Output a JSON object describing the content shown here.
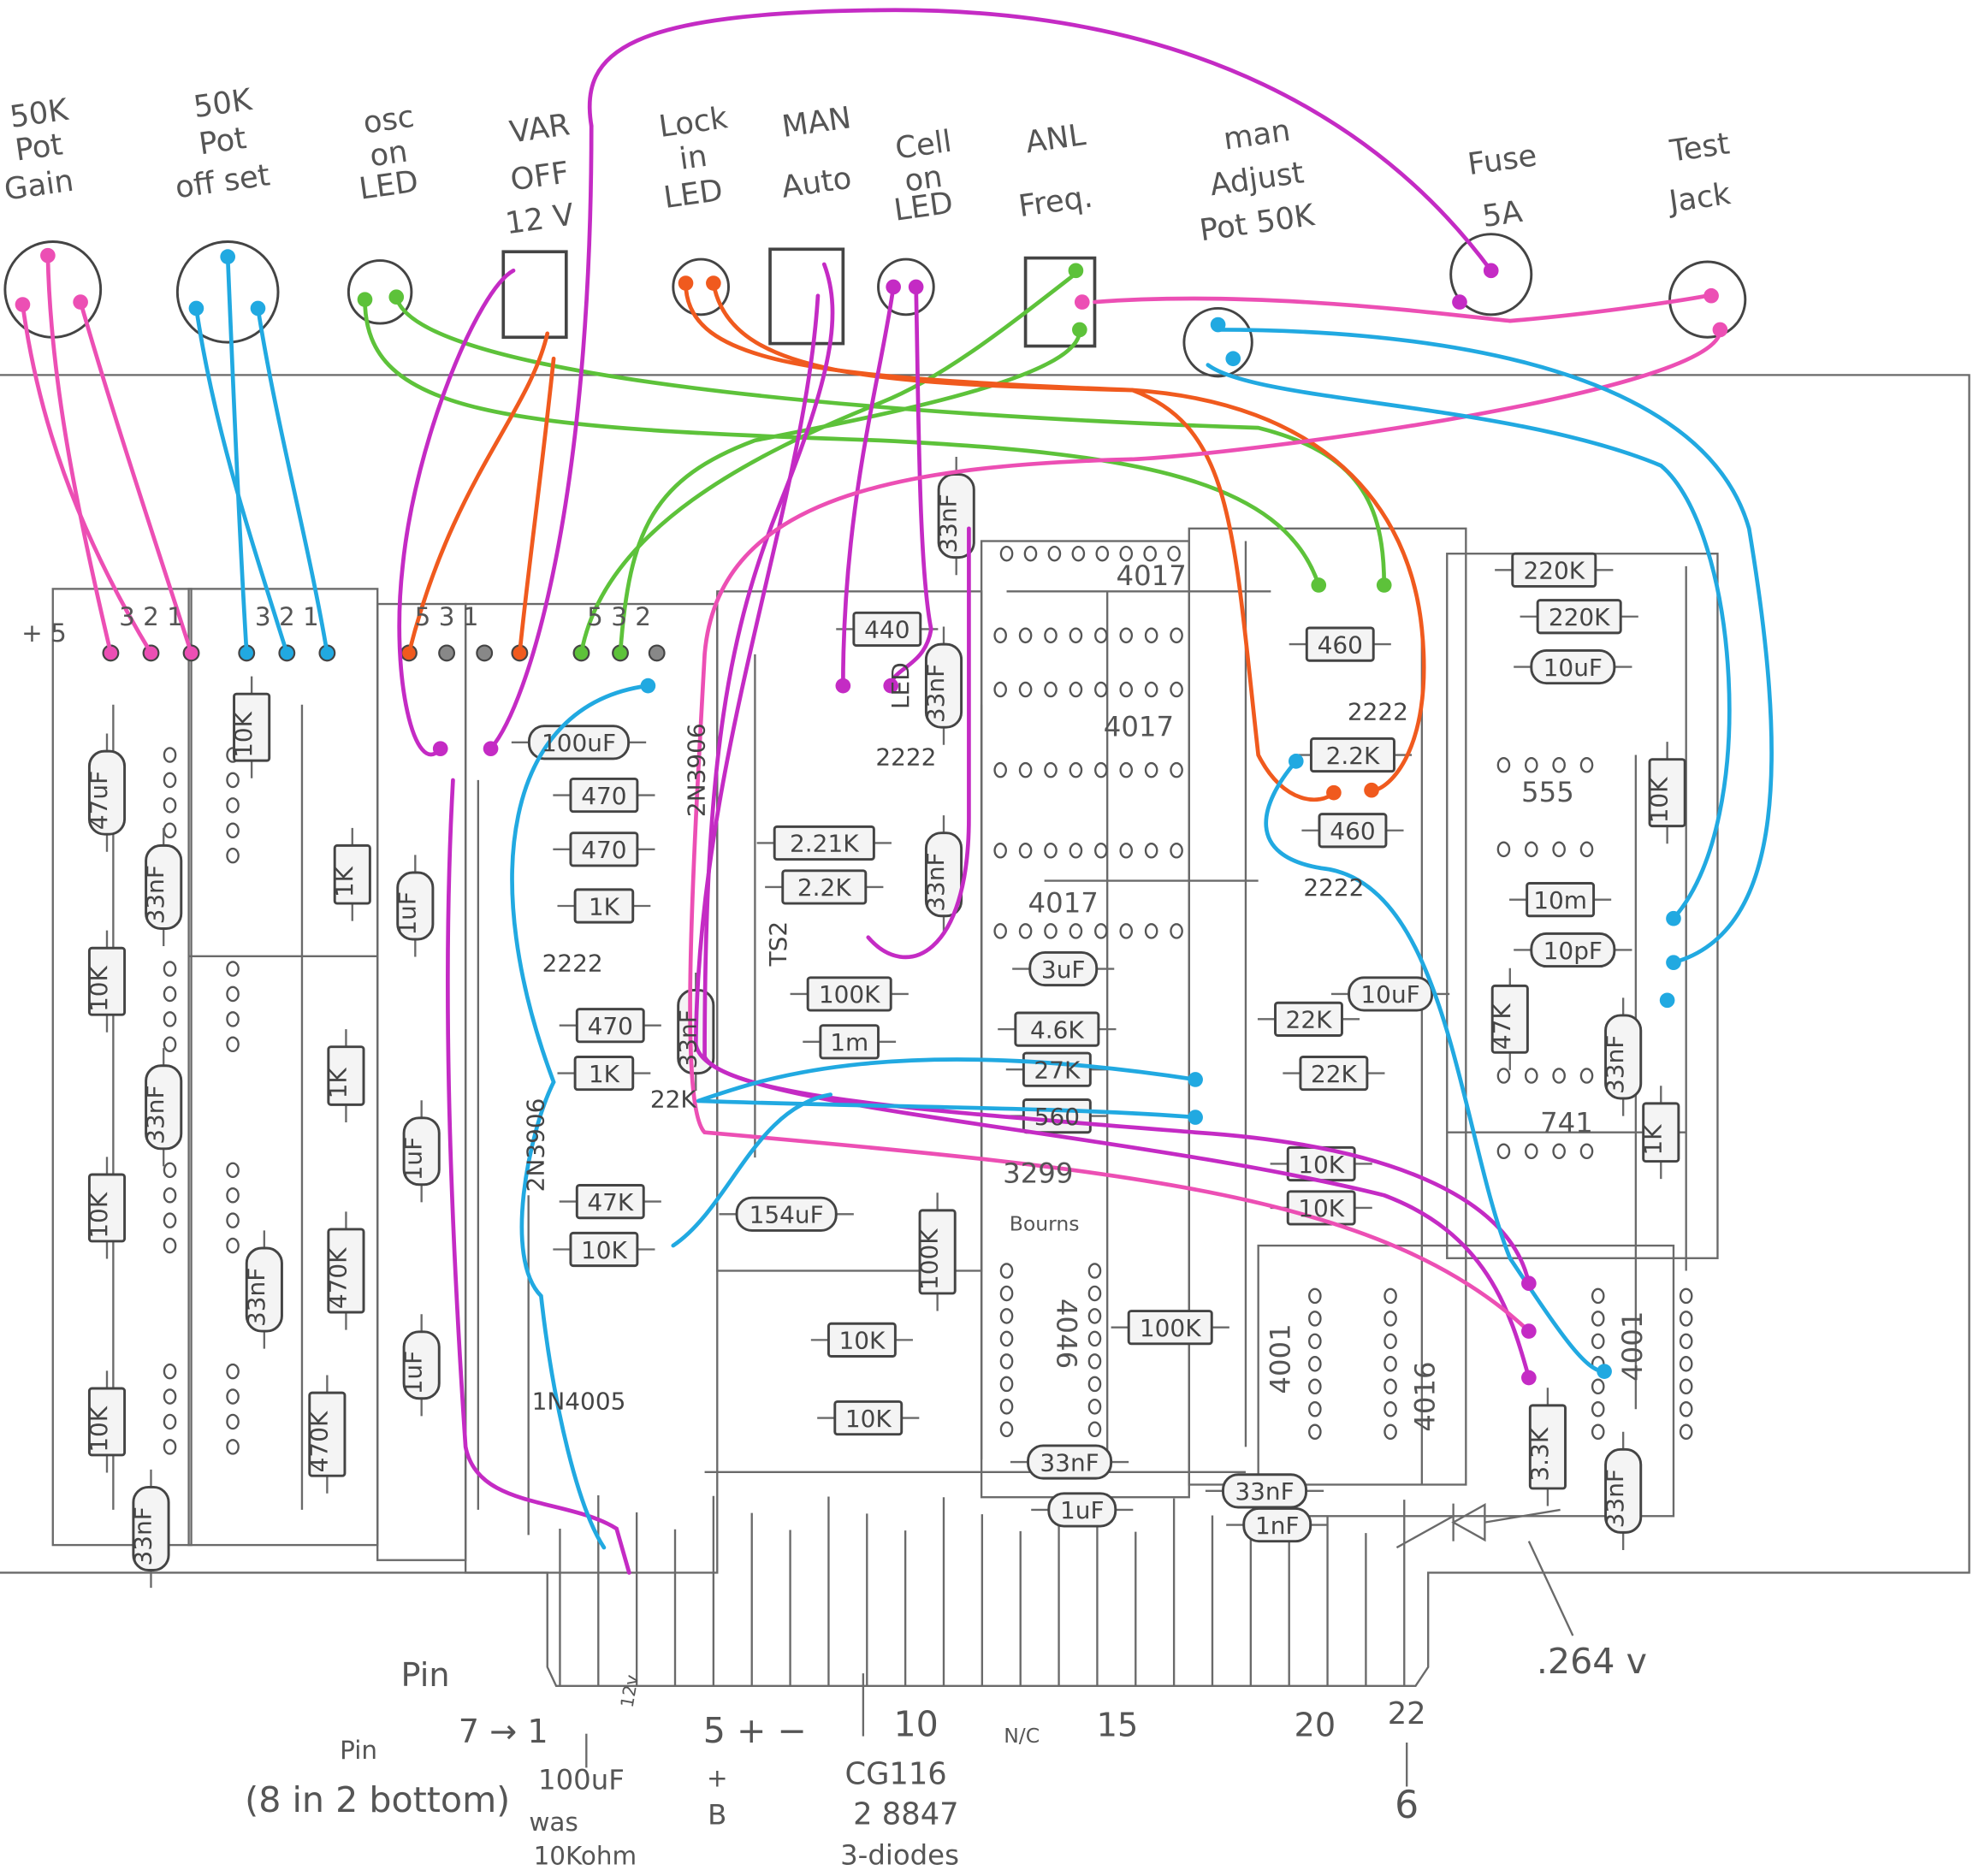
{
  "colors": {
    "pink": "#ec4fb4",
    "magenta": "#c42bc4",
    "cyan": "#21a9e1",
    "green": "#5dc23a",
    "orange": "#f05a1e",
    "pencil": "#6a6a6a"
  },
  "panel_labels": [
    {
      "lines": [
        "50K",
        "Pot",
        "Gain"
      ]
    },
    {
      "lines": [
        "50K",
        "Pot",
        "off set"
      ]
    },
    {
      "lines": [
        "osc",
        "on",
        "LED"
      ]
    },
    {
      "lines": [
        "VAR",
        "OFF",
        "12 V"
      ]
    },
    {
      "lines": [
        "Lock",
        "in",
        "LED"
      ]
    },
    {
      "lines": [
        "MAN",
        "Auto"
      ]
    },
    {
      "lines": [
        "Cell",
        "on",
        "LED"
      ]
    },
    {
      "lines": [
        "ANL",
        "Freq."
      ]
    },
    {
      "lines": [
        "man",
        "Adjust",
        "Pot 50K"
      ]
    },
    {
      "lines": [
        "Fuse",
        "5A"
      ]
    },
    {
      "lines": [
        "Test",
        "Jack"
      ]
    }
  ],
  "header_labels": [
    "+ 5",
    "3 2 1",
    "3 2 1",
    "5 3 1",
    "5 3 2"
  ],
  "ics": [
    "4017",
    "4017",
    "4017",
    "555",
    "741",
    "4046",
    "4016",
    "4001",
    "4001",
    "3299",
    "Bourns"
  ],
  "components": [
    "47uF",
    "33nF",
    "10K",
    "1K",
    "10K",
    "33nF",
    "1K",
    "10K",
    "33nF",
    "470K",
    "10K",
    "470K",
    "33nF",
    "1uF",
    "1uF",
    "1uF",
    "100uF",
    "470",
    "470",
    "1K",
    "470",
    "1K",
    "47K",
    "10K",
    "440",
    "2.21K",
    "2.2K",
    "100K",
    "1m",
    "154uF",
    "10K",
    "10K",
    "100K",
    "3uF",
    "4.6K",
    "27K",
    "560",
    "100K",
    "33nF",
    "1uF",
    "33nF",
    "1nF",
    "460",
    "2.2K",
    "460",
    "22K",
    "22K",
    "10K",
    "10K",
    "10uF",
    "220K",
    "220K",
    "10uF",
    "10K",
    "10m",
    "10pF",
    "47K",
    "33nF",
    "1K",
    "33nF",
    "33nF",
    "33nF",
    "33nF",
    "3.3K",
    "33nF"
  ],
  "part_notes": [
    "2222",
    "2222",
    "2222",
    "2222",
    "2N3906",
    "2N3906",
    "TS2",
    "1N4005",
    "LED",
    "22K"
  ],
  "bottom_notes": {
    "pin": "Pin",
    "pin_range": "7 → 1",
    "twelve_v": "12v",
    "five": "5 + −",
    "ten": "10",
    "nc": "N/C",
    "fifteen": "15",
    "twenty": "20",
    "twenty_two": "22",
    "pin2": "Pin",
    "bottom_note": "(8 in 2 bottom)",
    "cap_note_1": "100uF",
    "cap_note_2": "was",
    "cap_note_3": "10Kohm",
    "plus": "+",
    "b": "B",
    "cg116": "CG116",
    "part_8847": "2 8847",
    "diodes": "3-diodes",
    "six": "6",
    "voltage": ".264 v"
  }
}
